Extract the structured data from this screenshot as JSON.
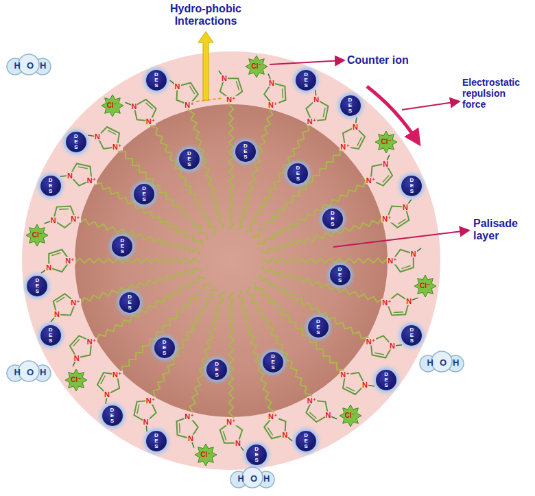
{
  "diagram": {
    "nodes": [
      {
        "text": [
          "DES"
        ]
      },
      {
        "text": [
          "DES"
        ]
      },
      {
        "text": [
          "DES"
        ]
      },
      {
        "text": [
          "DES"
        ]
      },
      {
        "text": [
          "DES"
        ]
      },
      {
        "text": [
          "DES"
        ]
      },
      {
        "text": [
          "DES"
        ]
      },
      {
        "text": [
          "DES"
        ]
      },
      {
        "text": [
          "DES"
        ]
      },
      {
        "text": [
          "DES"
        ]
      },
      {
        "text": [
          "DES"
        ]
      },
      {
        "text": [
          "DES"
        ]
      },
      {
        "text": [
          "DES"
        ]
      },
      {
        "text": [
          "DES"
        ]
      },
      {
        "text": [
          "DES"
        ]
      },
      {
        "text": [
          "DES"
        ]
      },
      {
        "text": [
          "DES"
        ]
      },
      {
        "text": [
          "DES"
        ]
      },
      {
        "text": [
          "DES"
        ]
      },
      {
        "text": [
          "DES"
        ]
      },
      {
        "text": [
          "DES"
        ]
      },
      {
        "text": [
          "DES"
        ]
      },
      {
        "text": [
          "DES"
        ]
      },
      {
        "text": [
          "DES"
        ]
      },
      {
        "text": [
          "DES"
        ]
      },
      {
        "text": [
          "DES"
        ]
      },
      {
        "text": [
          "Cl⁻"
        ]
      },
      {
        "text": [
          "Cl⁻"
        ]
      },
      {
        "text": [
          "Cl⁻"
        ]
      },
      {
        "text": [
          "Cl⁻"
        ]
      },
      {
        "text": [
          "Cl⁻"
        ]
      },
      {
        "text": [
          "Cl⁻"
        ]
      },
      {
        "text": [
          "Cl⁻"
        ]
      },
      {
        "text": [
          "Cl⁻"
        ]
      },
      {
        "text": [
          "HOH"
        ]
      },
      {
        "text": [
          "HOH"
        ]
      },
      {
        "text": [
          "HOH"
        ]
      },
      {
        "text": [
          "HOH"
        ]
      }
    ],
    "labels": [
      "Hydro-phobic Interactions",
      "Counter ion",
      "Electrostatic repulsion force",
      "Palisade layer",
      "N⁺",
      "N",
      "N⁺",
      "N",
      "N⁺",
      "N",
      "N⁺",
      "N",
      "N⁺",
      "N",
      "N⁺",
      "N",
      "N⁺",
      "N",
      "N⁺",
      "N",
      "N⁺",
      "N",
      "N⁺",
      "N",
      "N⁺",
      "N",
      "N⁺",
      "N",
      "N⁺",
      "N",
      "N⁺",
      "N",
      "N⁺",
      "N",
      "N⁺",
      "N",
      "N⁺",
      "N",
      "N⁺",
      "N",
      "N⁺",
      "N",
      "N⁺",
      "N",
      "N⁺",
      "N",
      "N⁺",
      "N",
      "N⁺",
      "N",
      "N⁺",
      "N"
    ]
  }
}
